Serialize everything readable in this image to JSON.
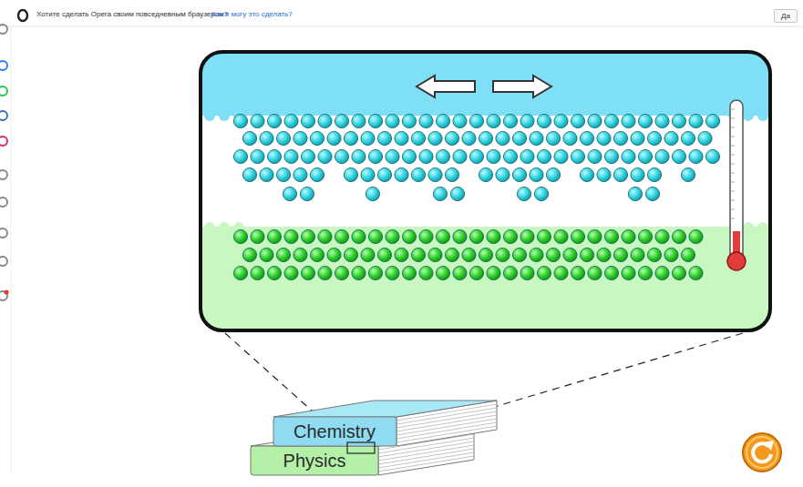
{
  "diagram": {
    "nodes": [
      {
        "text": [
          "Да"
        ]
      },
      {
        "text": [
          "Chemistry"
        ]
      },
      {
        "text": [
          "Physics"
        ]
      }
    ],
    "labels": [
      "Хотите сделать Opera своим повседневным браузером?",
      "Как я могу это сделать?"
    ]
  }
}
